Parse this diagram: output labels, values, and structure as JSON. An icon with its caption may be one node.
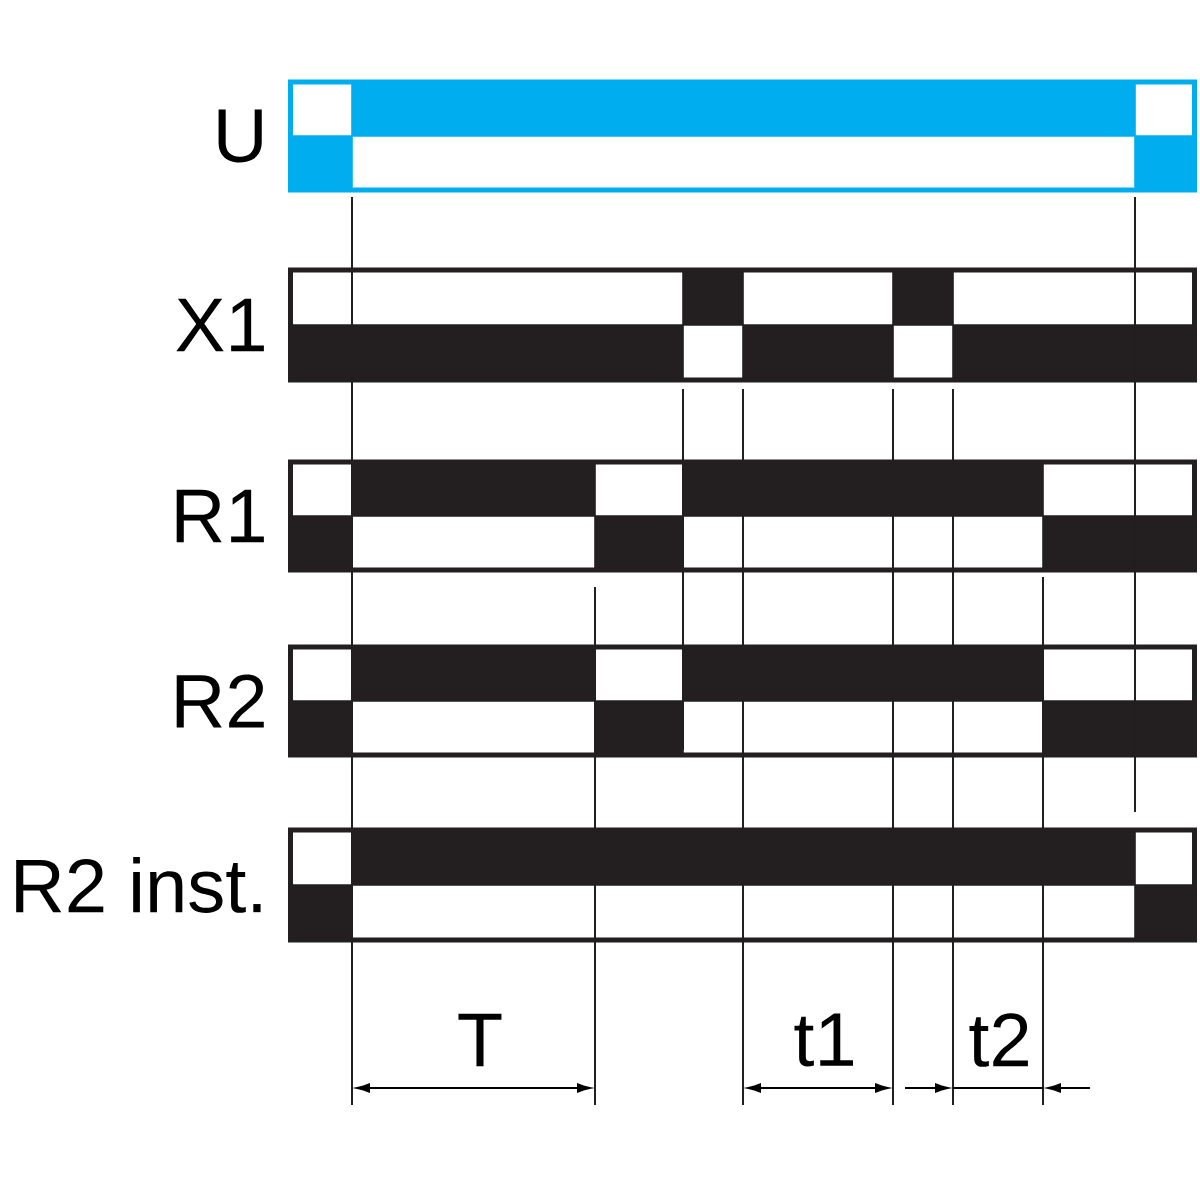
{
  "diagram": {
    "nodes": [
      {
        "text": [
          "U"
        ]
      },
      {
        "text": [
          "X1"
        ]
      },
      {
        "text": [
          "R1"
        ]
      },
      {
        "text": [
          "R2"
        ]
      },
      {
        "text": [
          "R2 inst."
        ]
      }
    ],
    "labels": [
      "T",
      "t1",
      "t2"
    ]
  }
}
